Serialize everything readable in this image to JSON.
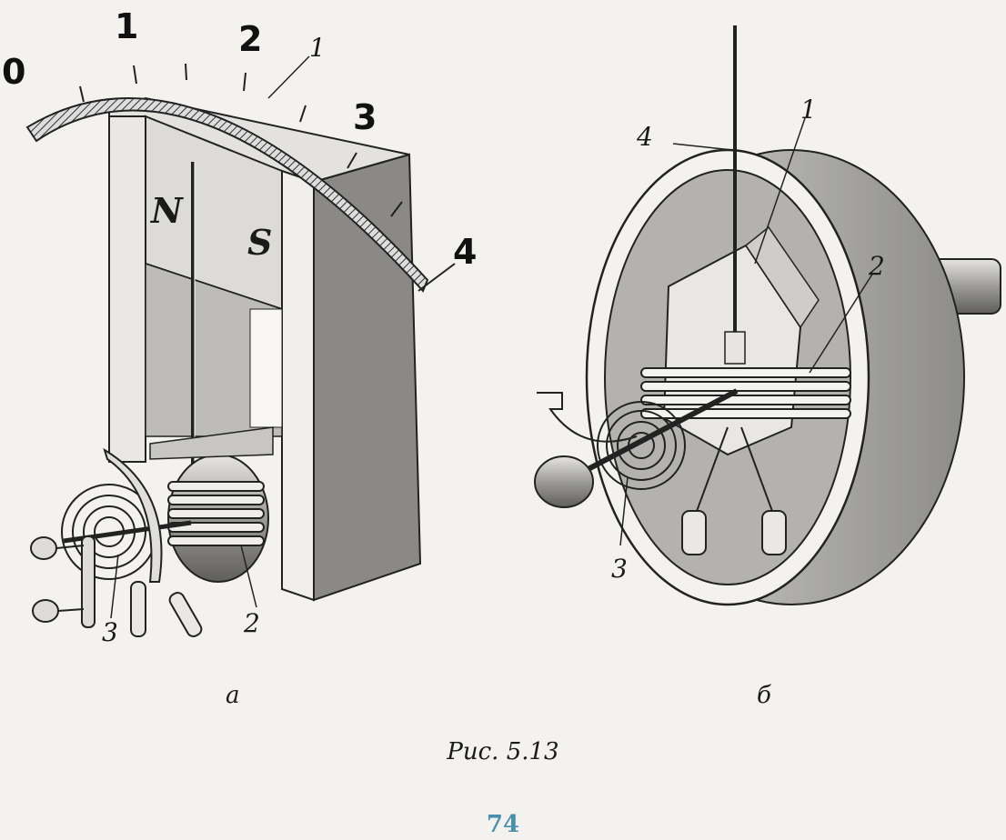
{
  "figure": {
    "caption": "Рис. 5.13",
    "page_number": "74",
    "page_number_color": "#4a8fb0"
  },
  "panel_a": {
    "sublabel": "а",
    "scale_marks": [
      "0",
      "1",
      "2",
      "3",
      "4"
    ],
    "pole_north": "N",
    "pole_south": "S",
    "callouts": [
      "1",
      "2",
      "3"
    ]
  },
  "panel_b": {
    "sublabel": "б",
    "callouts": [
      "1",
      "2",
      "3",
      "4"
    ]
  }
}
